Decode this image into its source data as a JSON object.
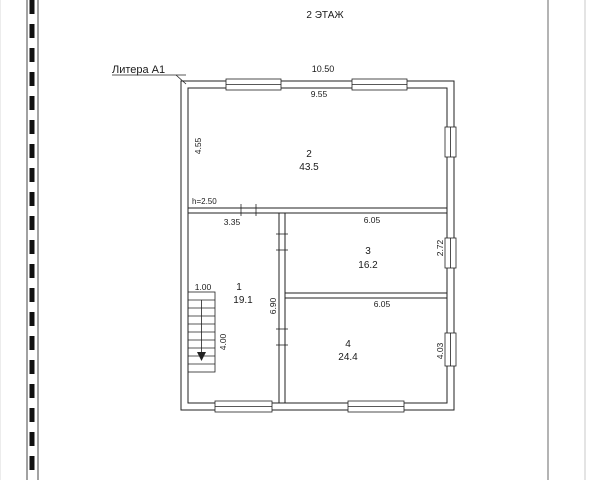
{
  "floor_title": "2 ЭТАЖ",
  "litera_label": "Литера А1",
  "ceiling_height": "h=2.50",
  "dimensions": {
    "overall_width": "10.50",
    "room2_width": "9.55",
    "room2_depth": "4.55",
    "corridor_width": "3.35",
    "room3_width": "6.05",
    "room3_depth": "2.72",
    "room4_width": "6.05",
    "room4_depth": "4.03",
    "stair_width": "1.00",
    "stair_length": "4.00",
    "left_depth": "6.90"
  },
  "rooms": [
    {
      "number": "1",
      "area": "19.1"
    },
    {
      "number": "2",
      "area": "43.5"
    },
    {
      "number": "3",
      "area": "16.2"
    },
    {
      "number": "4",
      "area": "24.4"
    }
  ]
}
